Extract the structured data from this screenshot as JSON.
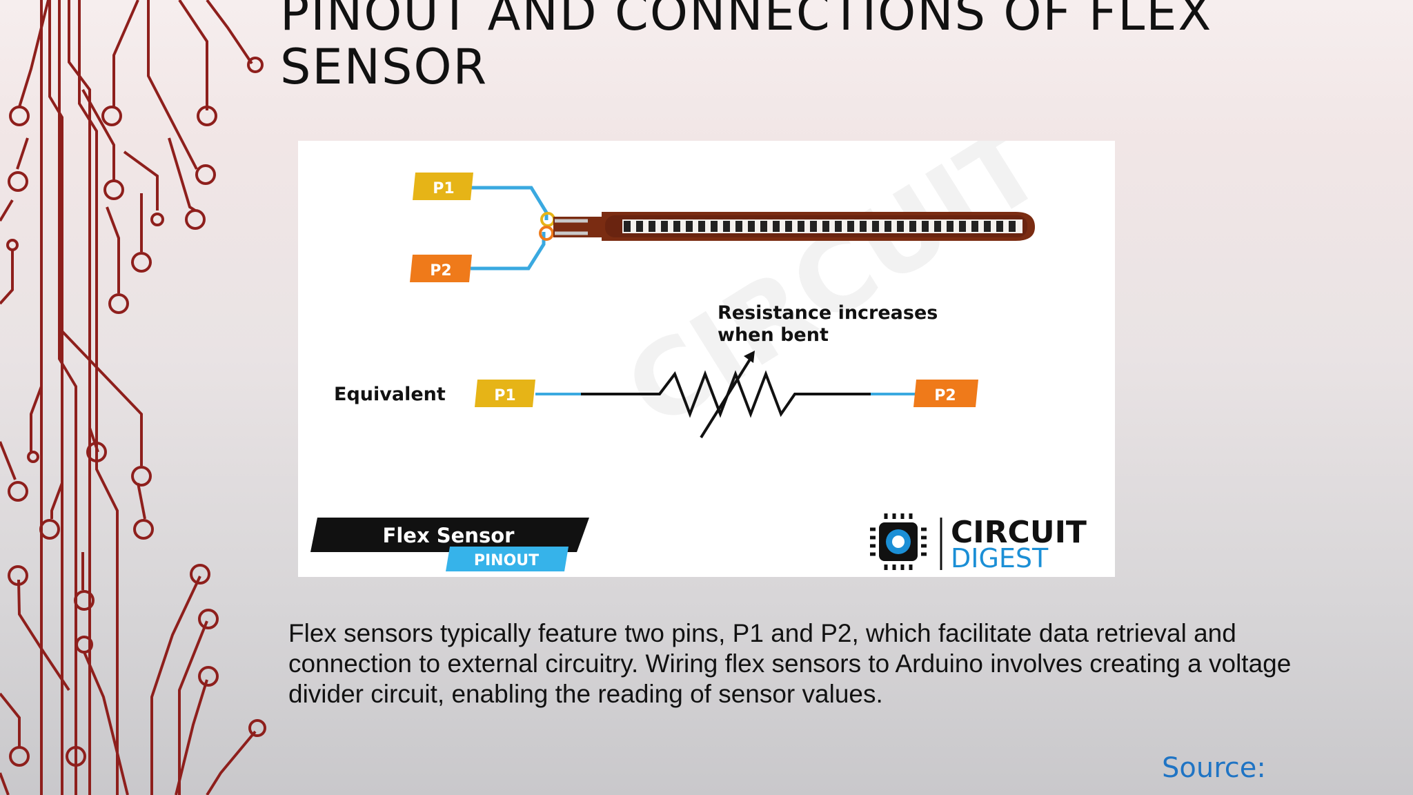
{
  "slide": {
    "title": "PINOUT AND CONNECTIONS OF FLEX SENSOR",
    "body": "Flex sensors typically feature two pins, P1 and P2, which facilitate data retrieval and connection to external circuitry. Wiring flex sensors to Arduino involves creating a voltage divider circuit, enabling the reading of sensor values.",
    "source_label": "Source:"
  },
  "figure": {
    "pin_p1": "P1",
    "pin_p2": "P2",
    "equivalent_label": "Equivalent",
    "resistance_line1": "Resistance increases",
    "resistance_line2": "when bent",
    "badge_title": "Flex Sensor",
    "badge_subtitle": "PINOUT",
    "logo_line1": "CIRCUIT",
    "logo_line2": "DIGEST",
    "watermark": "CIRCUIT"
  },
  "colors": {
    "deco": "#8e1f1c",
    "pin_p1": "#e6b417",
    "pin_p2": "#ef7a1a",
    "wire": "#3aa9e0",
    "sensor_body": "#7a2c12",
    "badge_dark": "#111111",
    "badge_accent": "#36b3ea",
    "logo_blue": "#1b8fd6",
    "source": "#1f74c4"
  }
}
